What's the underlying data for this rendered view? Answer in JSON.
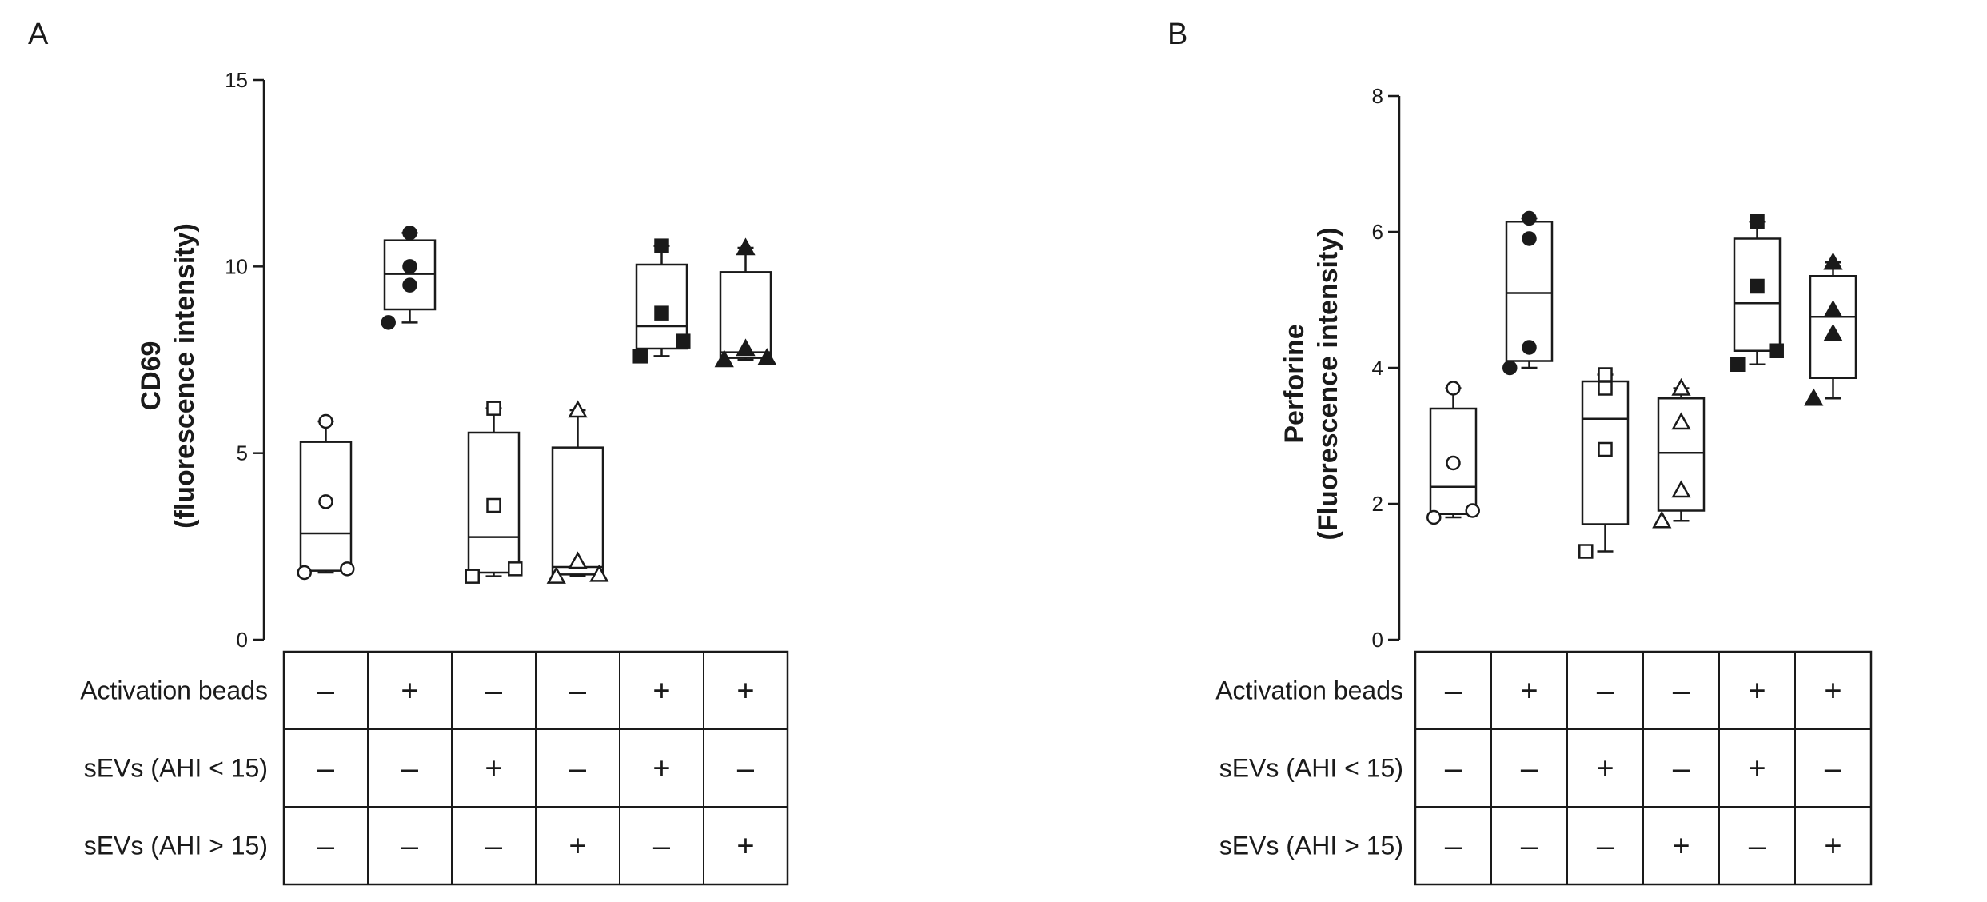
{
  "chart_data": [
    {
      "type": "box",
      "panel": "A",
      "ylabel_line1": "CD69",
      "ylabel_line2": "(fluorescence intensity)",
      "ylim": [
        0,
        15
      ],
      "yticks": [
        "0",
        "5",
        "10",
        "15"
      ],
      "grid": false,
      "legend": "none",
      "groups": [
        {
          "marker": "circle-open",
          "whisker_min": 1.8,
          "q1": 1.85,
          "median": 2.85,
          "q3": 5.3,
          "whisker_max": 5.85,
          "points": [
            1.8,
            1.9,
            3.7,
            5.85
          ]
        },
        {
          "marker": "circle-filled",
          "whisker_min": 8.5,
          "q1": 8.85,
          "median": 9.8,
          "q3": 10.7,
          "whisker_max": 10.9,
          "points": [
            8.5,
            9.5,
            10.0,
            10.9
          ]
        },
        {
          "marker": "square-open",
          "whisker_min": 1.7,
          "q1": 1.8,
          "median": 2.75,
          "q3": 5.55,
          "whisker_max": 6.2,
          "points": [
            1.7,
            1.9,
            3.6,
            6.2
          ]
        },
        {
          "marker": "triangle-open",
          "whisker_min": 1.7,
          "q1": 1.75,
          "median": 1.95,
          "q3": 5.15,
          "whisker_max": 6.15,
          "points": [
            1.7,
            1.75,
            2.1,
            6.15
          ]
        },
        {
          "marker": "square-filled",
          "whisker_min": 7.6,
          "q1": 7.8,
          "median": 8.4,
          "q3": 10.05,
          "whisker_max": 10.55,
          "points": [
            7.6,
            8.0,
            8.75,
            10.55
          ]
        },
        {
          "marker": "triangle-filled",
          "whisker_min": 7.5,
          "q1": 7.55,
          "median": 7.7,
          "q3": 9.85,
          "whisker_max": 10.5,
          "points": [
            7.5,
            7.55,
            7.8,
            10.5
          ]
        }
      ]
    },
    {
      "type": "box",
      "panel": "B",
      "ylabel_line1": "Perforine",
      "ylabel_line2": "(Fluorescence intensity)",
      "ylim": [
        0,
        8
      ],
      "yticks": [
        "0",
        "2",
        "4",
        "6",
        "8"
      ],
      "grid": false,
      "legend": "none",
      "groups": [
        {
          "marker": "circle-open",
          "whisker_min": 1.8,
          "q1": 1.85,
          "median": 2.25,
          "q3": 3.4,
          "whisker_max": 3.7,
          "points": [
            1.8,
            1.9,
            2.6,
            3.7
          ]
        },
        {
          "marker": "circle-filled",
          "whisker_min": 4.0,
          "q1": 4.1,
          "median": 5.1,
          "q3": 6.15,
          "whisker_max": 6.2,
          "points": [
            4.0,
            4.3,
            5.9,
            6.2
          ]
        },
        {
          "marker": "square-open",
          "whisker_min": 1.3,
          "q1": 1.7,
          "median": 3.25,
          "q3": 3.8,
          "whisker_max": 3.9,
          "points": [
            1.3,
            2.8,
            3.7,
            3.9
          ]
        },
        {
          "marker": "triangle-open",
          "whisker_min": 1.75,
          "q1": 1.9,
          "median": 2.75,
          "q3": 3.55,
          "whisker_max": 3.7,
          "points": [
            1.75,
            2.2,
            3.2,
            3.7
          ]
        },
        {
          "marker": "square-filled",
          "whisker_min": 4.05,
          "q1": 4.25,
          "median": 4.95,
          "q3": 5.9,
          "whisker_max": 6.15,
          "points": [
            4.05,
            4.25,
            5.2,
            6.15
          ]
        },
        {
          "marker": "triangle-filled",
          "whisker_min": 3.55,
          "q1": 3.85,
          "median": 4.75,
          "q3": 5.35,
          "whisker_max": 5.55,
          "points": [
            3.55,
            4.5,
            4.85,
            5.55
          ]
        }
      ]
    }
  ],
  "table": {
    "rows": [
      {
        "label": "Activation beads",
        "signs": [
          "–",
          "+",
          "–",
          "–",
          "+",
          "+"
        ]
      },
      {
        "label": "sEVs (AHI < 15)",
        "signs": [
          "–",
          "–",
          "+",
          "–",
          "+",
          "–"
        ]
      },
      {
        "label": "sEVs (AHI > 15)",
        "signs": [
          "–",
          "–",
          "–",
          "+",
          "–",
          "+"
        ]
      }
    ]
  },
  "colors": {
    "ink": "#1a1a1a",
    "background": "#ffffff"
  }
}
